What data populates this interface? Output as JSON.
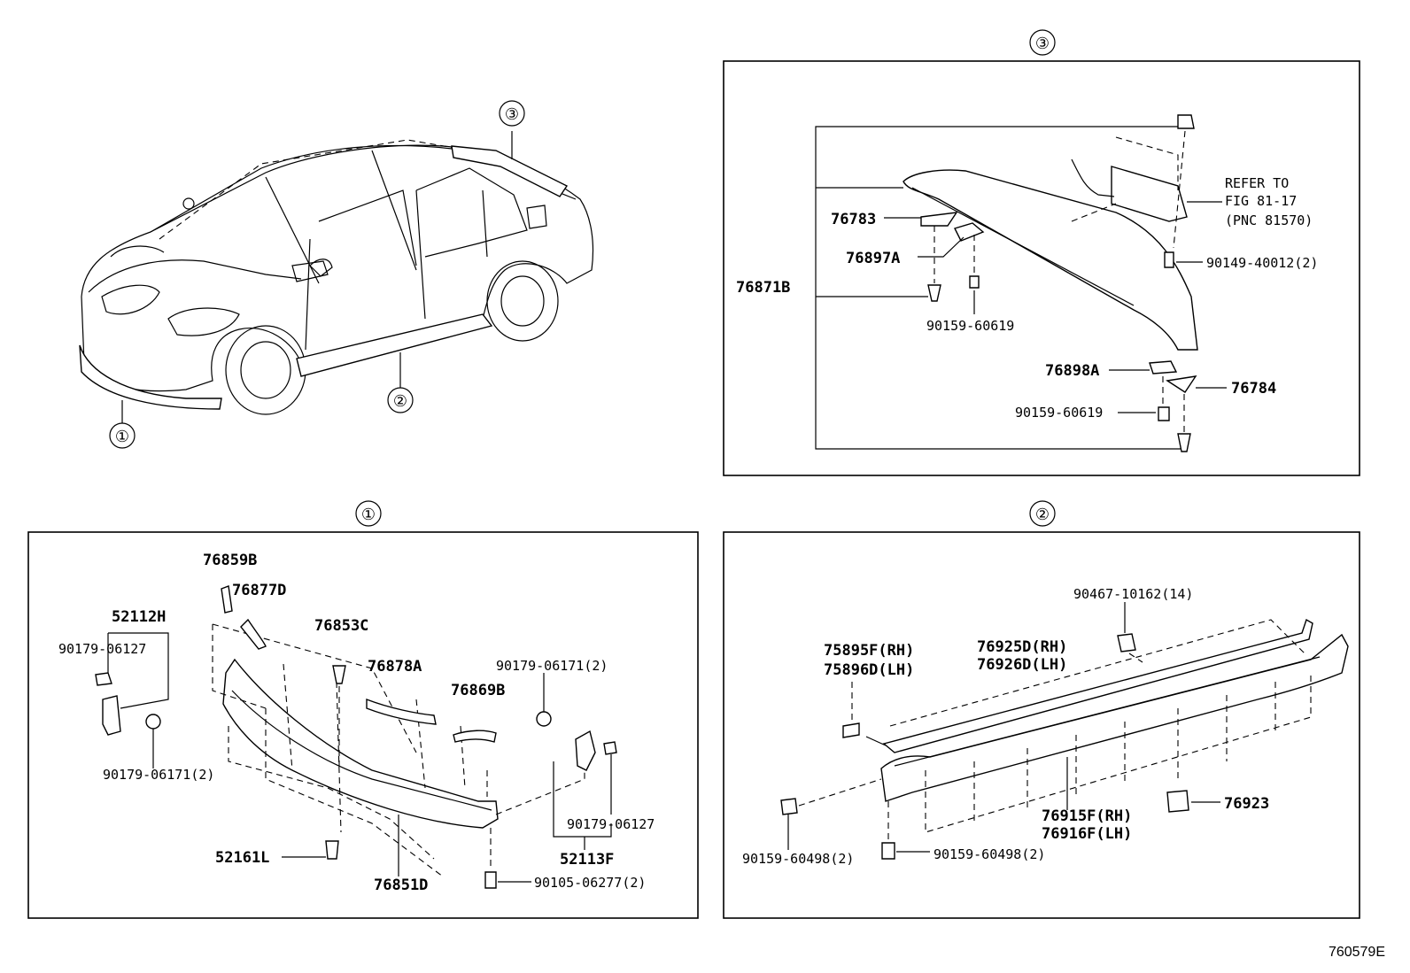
{
  "callouts": {
    "c1": "①",
    "c2": "②",
    "c3": "③"
  },
  "section3": {
    "title": "③",
    "labels": {
      "p76783": "76783",
      "p76897A": "76897A",
      "p76871B": "76871B",
      "p90159_60619_a": "90159-60619",
      "p76898A": "76898A",
      "p76784": "76784",
      "p90159_60619_b": "90159-60619",
      "p90149": "90149-40012(2)",
      "refer1": "REFER TO",
      "refer2": "FIG 81-17",
      "refer3": "(PNC 81570)"
    }
  },
  "section1": {
    "title": "①",
    "labels": {
      "p76859B": "76859B",
      "p76877D": "76877D",
      "p52112H": "52112H",
      "p90179_06127_a": "90179-06127",
      "p76853C": "76853C",
      "p76878A": "76878A",
      "p90179_06171_2a": "90179-06171(2)",
      "p76869B": "76869B",
      "p90179_06171_2b": "90179-06171(2)",
      "p90179_06127_b": "90179-06127",
      "p52113F": "52113F",
      "p52161L": "52161L",
      "p76851D": "76851D",
      "p90105": "90105-06277(2)"
    }
  },
  "section2": {
    "title": "②",
    "labels": {
      "p90467": "90467-10162(14)",
      "p75895F": "75895F(RH)",
      "p75896D": "75896D(LH)",
      "p76925D": "76925D(RH)",
      "p76926D": "76926D(LH)",
      "p76923": "76923",
      "p76915F": "76915F(RH)",
      "p76916F": "76916F(LH)",
      "p90159_60498_a": "90159-60498(2)",
      "p90159_60498_b": "90159-60498(2)"
    }
  },
  "figure_id": "760579E"
}
